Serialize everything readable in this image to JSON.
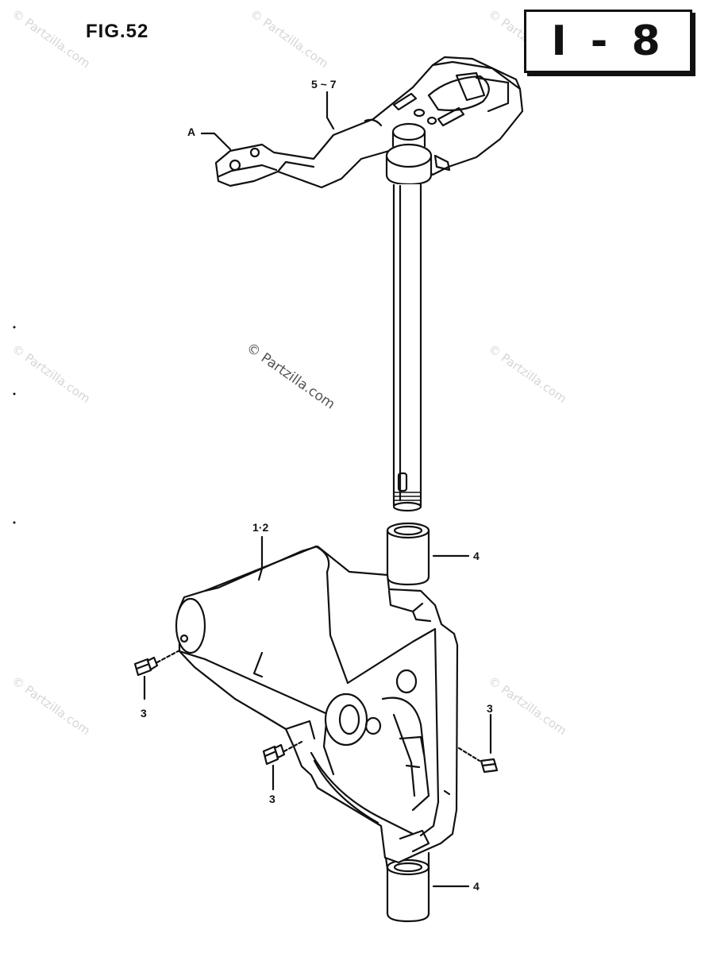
{
  "figure": {
    "title": "FIG.52",
    "page_label": "I - 8"
  },
  "callouts": {
    "a": "A",
    "c_5_7": "5 ~ 7",
    "c_1_2": "1·2",
    "c_4_top": "4",
    "c_4_bottom": "4",
    "c_3_left": "3",
    "c_3_center": "3",
    "c_3_right": "3"
  },
  "watermark": {
    "text": "© Partzilla.com"
  }
}
